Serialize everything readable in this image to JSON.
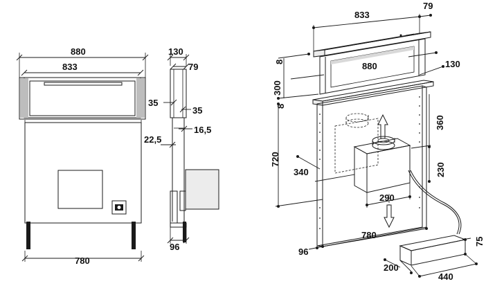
{
  "front_view": {
    "width_overall": "880",
    "width_inner": "833",
    "width_base": "780"
  },
  "side_view": {
    "depth_top": "130",
    "depth_top_inner": "79",
    "offset_left": "35",
    "offset_right": "35",
    "offset_small": "16,5",
    "offset_left_small": "22,5",
    "depth_base": "96"
  },
  "iso_view": {
    "top_width": "833",
    "top_depth": "79",
    "height_8_top": "8",
    "height_300": "300",
    "height_8_bottom": "8",
    "width_880": "880",
    "depth_130": "130",
    "height_720": "720",
    "height_360": "360",
    "depth_340": "340",
    "height_230": "230",
    "width_290": "290",
    "width_780": "780",
    "depth_96": "96",
    "box_height_75": "75",
    "box_depth_200": "200",
    "box_width_440": "440"
  }
}
